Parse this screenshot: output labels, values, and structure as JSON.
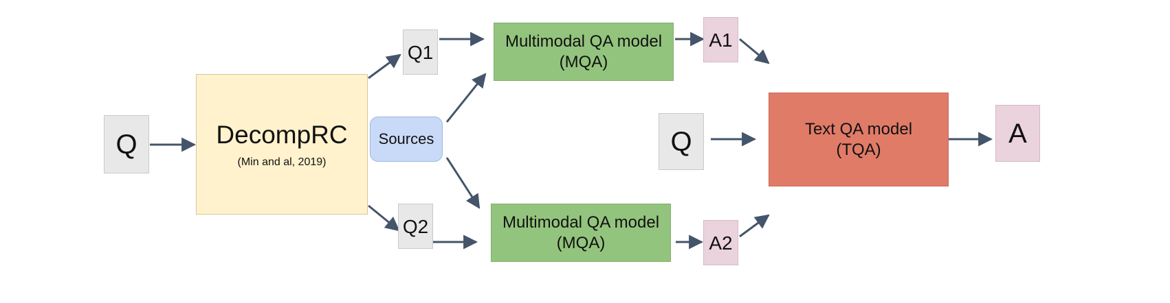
{
  "nodes": {
    "q_input": "Q",
    "decomp": {
      "title": "DecompRC",
      "citation": "(Min and al, 2019)"
    },
    "sources": "Sources",
    "q1": "Q1",
    "q2": "Q2",
    "mqa_top": {
      "line1": "Multimodal QA model",
      "line2": "(MQA)"
    },
    "mqa_bottom": {
      "line1": "Multimodal QA model",
      "line2": "(MQA)"
    },
    "a1": "A1",
    "a2": "A2",
    "q_text": "Q",
    "tqa": {
      "line1": "Text QA model",
      "line2": "(TQA)"
    },
    "a_output": "A"
  },
  "colors": {
    "arrow": "#44546a",
    "decomp": "#fff2cc",
    "sources": "#c9daf8",
    "mqa": "#93c47d",
    "tqa": "#e07b68",
    "answer": "#ead3dd",
    "question": "#e8e8e8"
  }
}
